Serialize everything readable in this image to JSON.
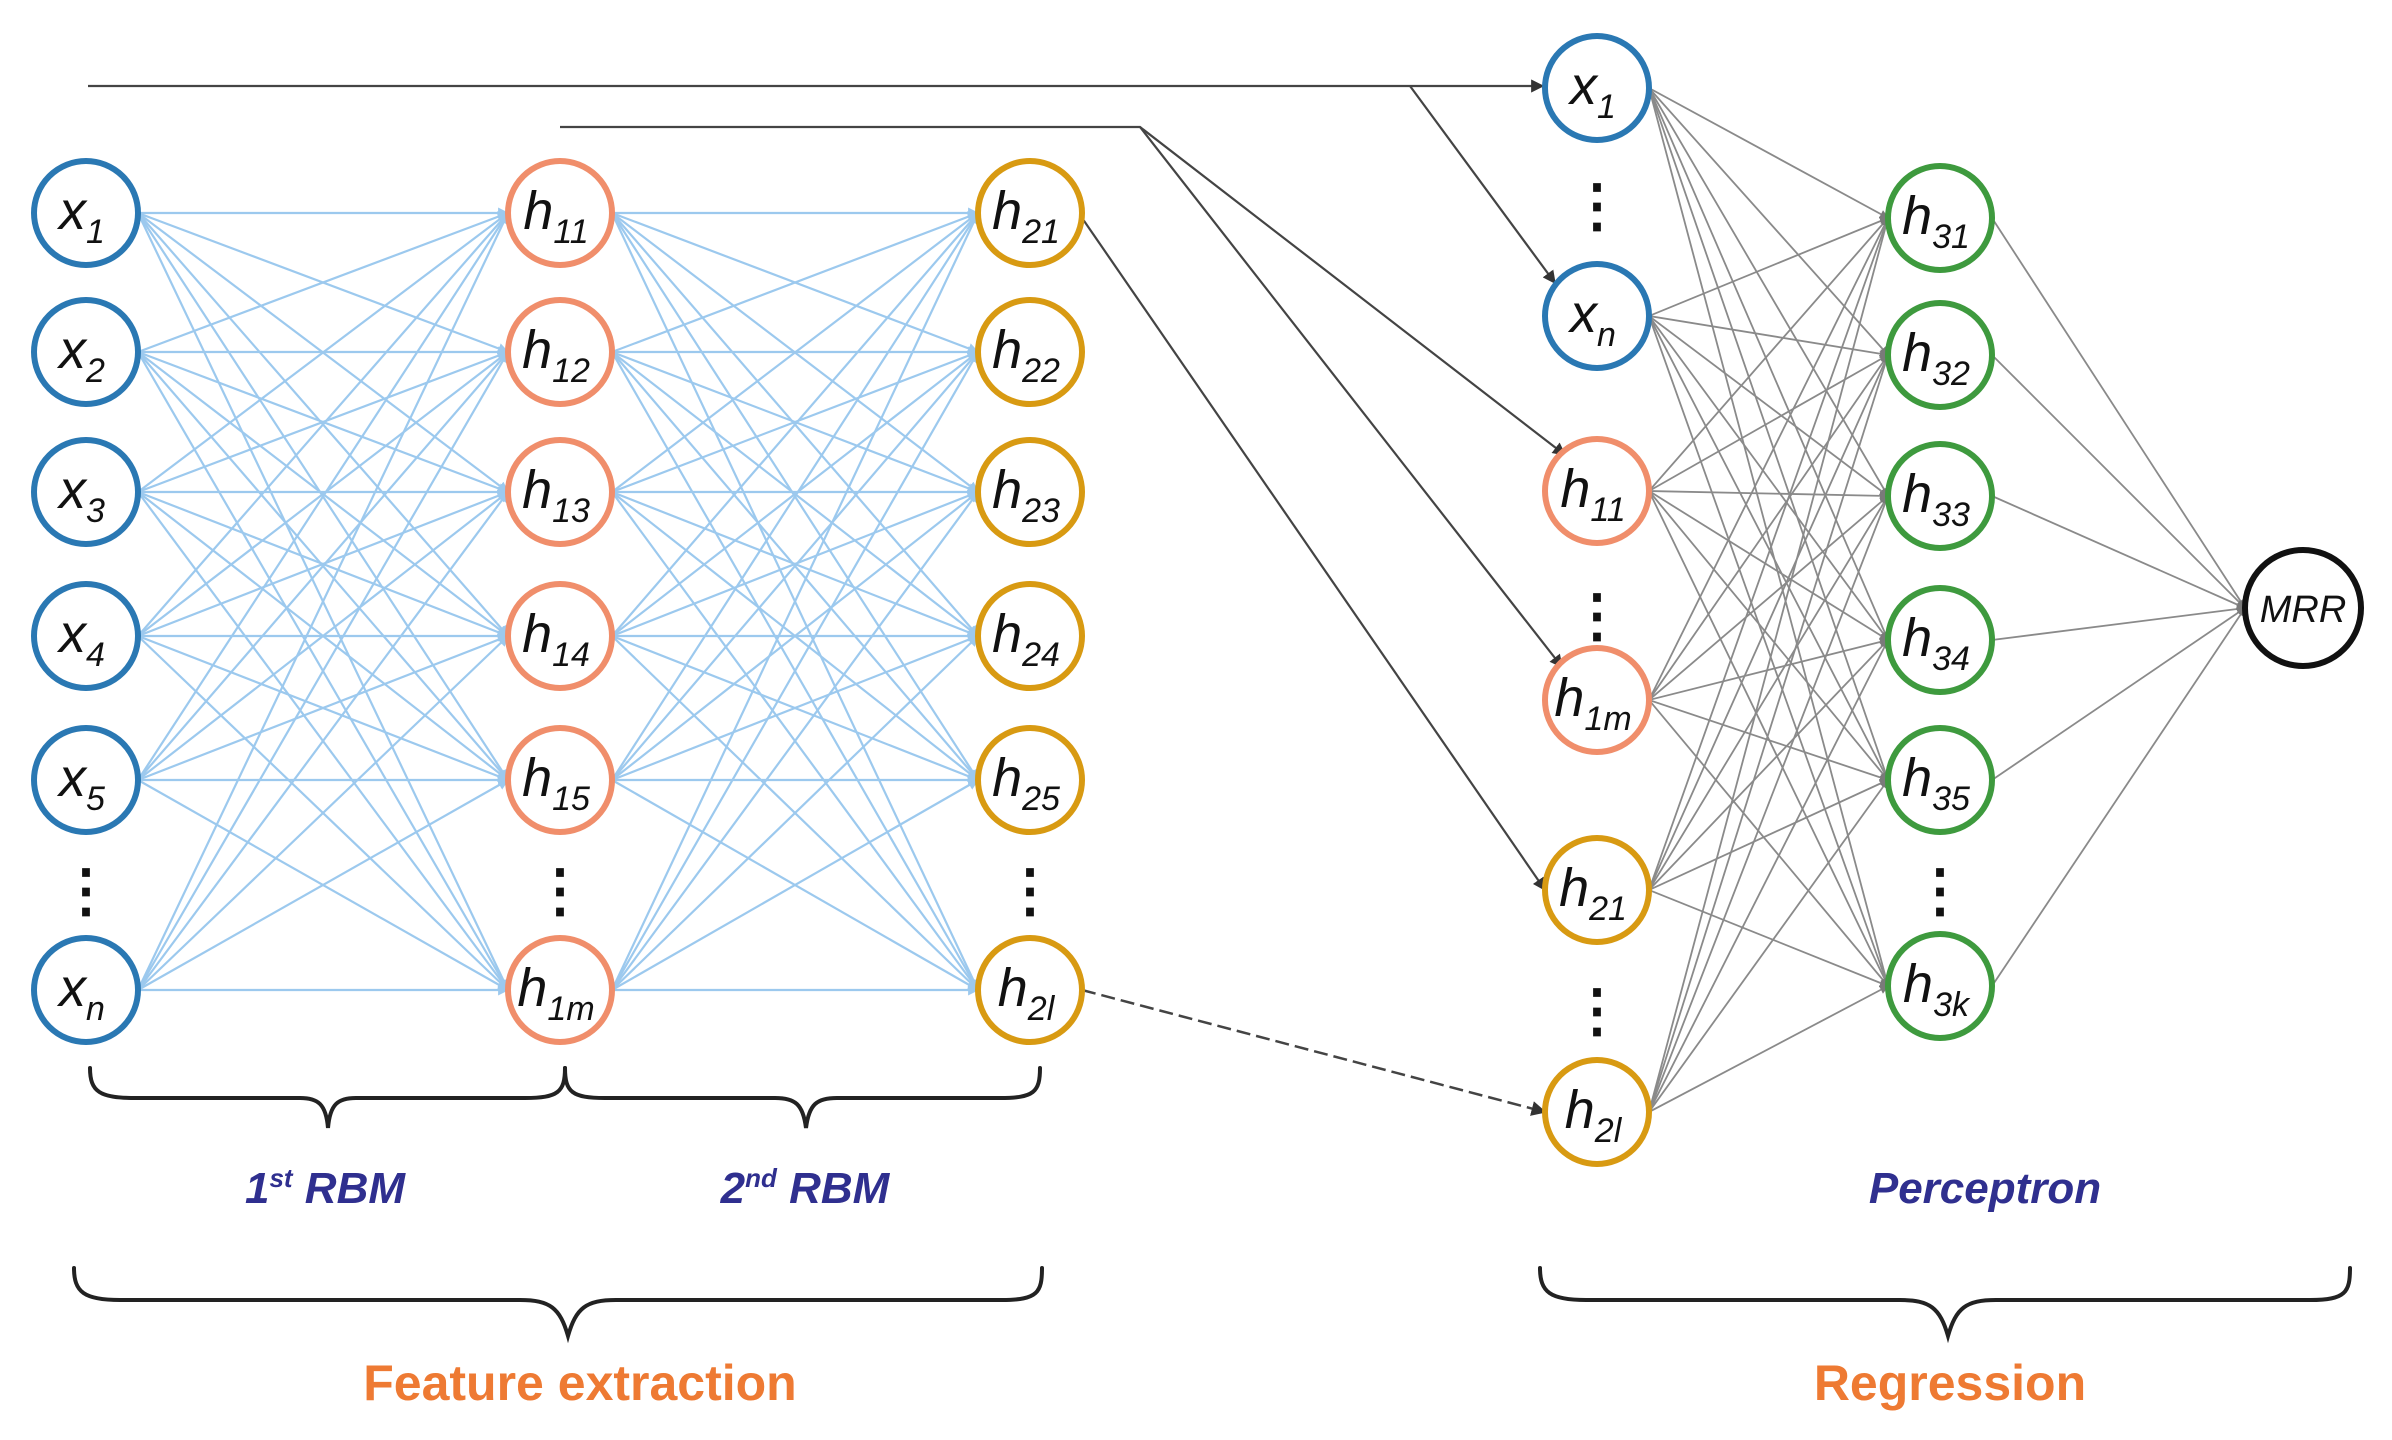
{
  "colors": {
    "input_blue": "#2a78b3",
    "h1_salmon": "#f08e6b",
    "h2_gold": "#d89a12",
    "h3_green": "#3e9a3e",
    "output_black": "#111111",
    "rbm_edge": "#9cc9ee",
    "perceptron_edge": "#8a8a8a",
    "skip_edge": "#444444",
    "section_text": "#2f2f8f",
    "group_text": "#ee7a33"
  },
  "nodes": {
    "input_layer": [
      {
        "base": "x",
        "sub": "1"
      },
      {
        "base": "x",
        "sub": "2"
      },
      {
        "base": "x",
        "sub": "3"
      },
      {
        "base": "x",
        "sub": "4"
      },
      {
        "base": "x",
        "sub": "5"
      },
      {
        "base": "x",
        "sub": "n"
      }
    ],
    "hidden_1": [
      {
        "base": "h",
        "sub": "11"
      },
      {
        "base": "h",
        "sub": "12"
      },
      {
        "base": "h",
        "sub": "13"
      },
      {
        "base": "h",
        "sub": "14"
      },
      {
        "base": "h",
        "sub": "15"
      },
      {
        "base": "h",
        "sub": "1m"
      }
    ],
    "hidden_2": [
      {
        "base": "h",
        "sub": "21"
      },
      {
        "base": "h",
        "sub": "22"
      },
      {
        "base": "h",
        "sub": "23"
      },
      {
        "base": "h",
        "sub": "24"
      },
      {
        "base": "h",
        "sub": "25"
      },
      {
        "base": "h",
        "sub": "2l"
      }
    ],
    "perceptron_input": [
      {
        "base": "x",
        "sub": "1"
      },
      {
        "base": "x",
        "sub": "n"
      },
      {
        "base": "h",
        "sub": "11"
      },
      {
        "base": "h",
        "sub": "1m"
      },
      {
        "base": "h",
        "sub": "21"
      },
      {
        "base": "h",
        "sub": "2l"
      }
    ],
    "hidden_3": [
      {
        "base": "h",
        "sub": "31"
      },
      {
        "base": "h",
        "sub": "32"
      },
      {
        "base": "h",
        "sub": "33"
      },
      {
        "base": "h",
        "sub": "34"
      },
      {
        "base": "h",
        "sub": "35"
      },
      {
        "base": "h",
        "sub": "3k"
      }
    ],
    "output": "MRR",
    "ellipsis": "⋮"
  },
  "labels": {
    "rbm1": {
      "num": "1",
      "sup": "st",
      "name": " RBM"
    },
    "rbm2": {
      "num": "2",
      "sup": "nd",
      "name": " RBM"
    },
    "perceptron": "Perceptron",
    "feature_extraction": "Feature extraction",
    "regression": "Regression"
  }
}
